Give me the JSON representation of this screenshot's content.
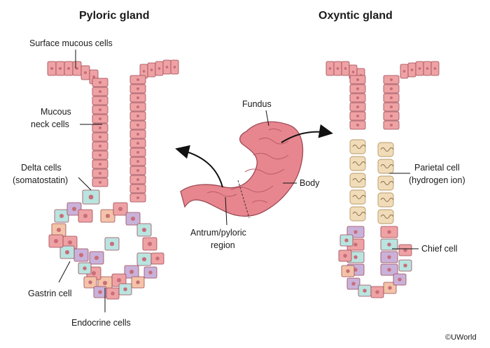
{
  "titles": {
    "left": "Pyloric gland",
    "right": "Oxyntic gland"
  },
  "labels": {
    "surface_mucous": "Surface mucous cells",
    "mucous_neck_1": "Mucous",
    "mucous_neck_2": "neck cells",
    "delta_1": "Delta cells",
    "delta_2": "(somatostatin)",
    "gastrin": "Gastrin cell",
    "endocrine": "Endocrine cells",
    "fundus": "Fundus",
    "body": "Body",
    "antrum_1": "Antrum/pyloric",
    "antrum_2": "region",
    "parietal_1": "Parietal cell",
    "parietal_2": "(hydrogen ion)",
    "chief": "Chief cell"
  },
  "copyright": "©UWorld",
  "colors": {
    "mucous_cell": "#eea2a4",
    "mucous_cell_dark": "#d98286",
    "nucleus": "#c96d78",
    "delta_cell": "#b9e4e0",
    "gastrin_cell": "#c9b2da",
    "endocrine_cell": "#f3c4a8",
    "parietal_cell": "#f0dcb8",
    "stomach": "#e7868e",
    "outline": "#9e4a55"
  }
}
